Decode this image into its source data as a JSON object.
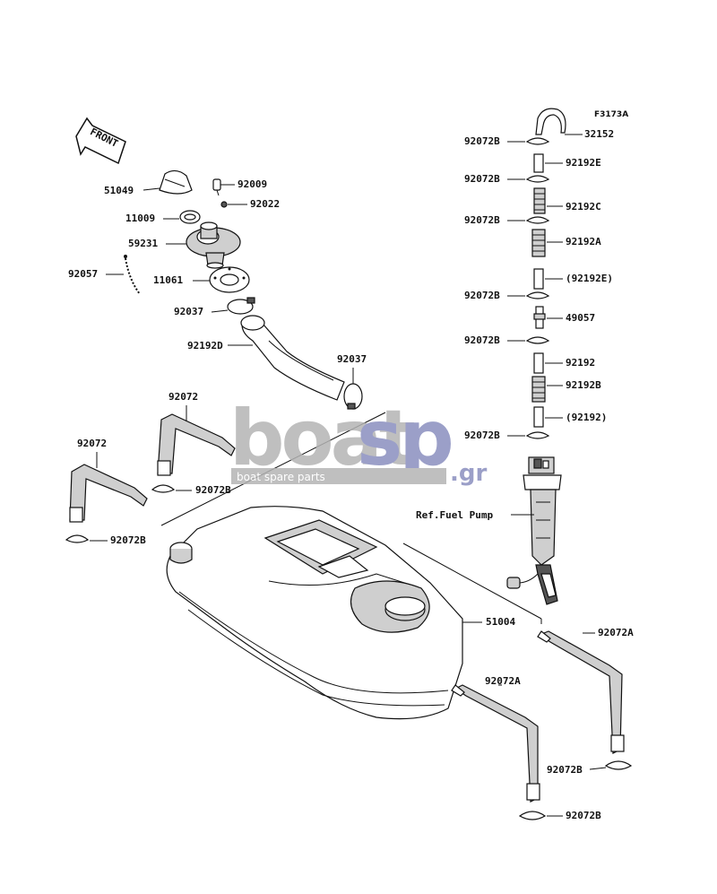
{
  "figure_code": "F3173A",
  "front_arrow_text": "FRONT",
  "reference_label": "Ref.Fuel Pump",
  "watermark": {
    "word1": "boat",
    "word2": "sp",
    "suffix": ".gr",
    "tagline": "boat spare parts",
    "color_word1": "#b4b4b4",
    "color_word2": "#8a8fbf"
  },
  "labels": {
    "p32152": "32152",
    "p92192E": "92192E",
    "p92192C": "92192C",
    "p92192A": "92192A",
    "p92192E_ref": "(92192E)",
    "p49057": "49057",
    "p92192": "92192",
    "p92192B": "92192B",
    "p92192_ref": "(92192)",
    "p92072B_r1": "92072B",
    "p92072B_r2": "92072B",
    "p92072B_r3": "92072B",
    "p92072B_r4": "92072B",
    "p92072B_r5": "92072B",
    "p92072B_r6": "92072B",
    "p51049": "51049",
    "p92009": "92009",
    "p11009": "11009",
    "p92022": "92022",
    "p59231": "59231",
    "p92057": "92057",
    "p11061": "11061",
    "p92037a": "92037",
    "p92192D": "92192D",
    "p92037b": "92037",
    "p92072_a": "92072",
    "p92072_b": "92072",
    "p92072B_l1": "92072B",
    "p92072B_l2": "92072B",
    "p51004": "51004",
    "p92072A_a": "92072A",
    "p92072A_b": "92072A",
    "p92072B_b1": "92072B",
    "p92072B_b2": "92072B"
  }
}
